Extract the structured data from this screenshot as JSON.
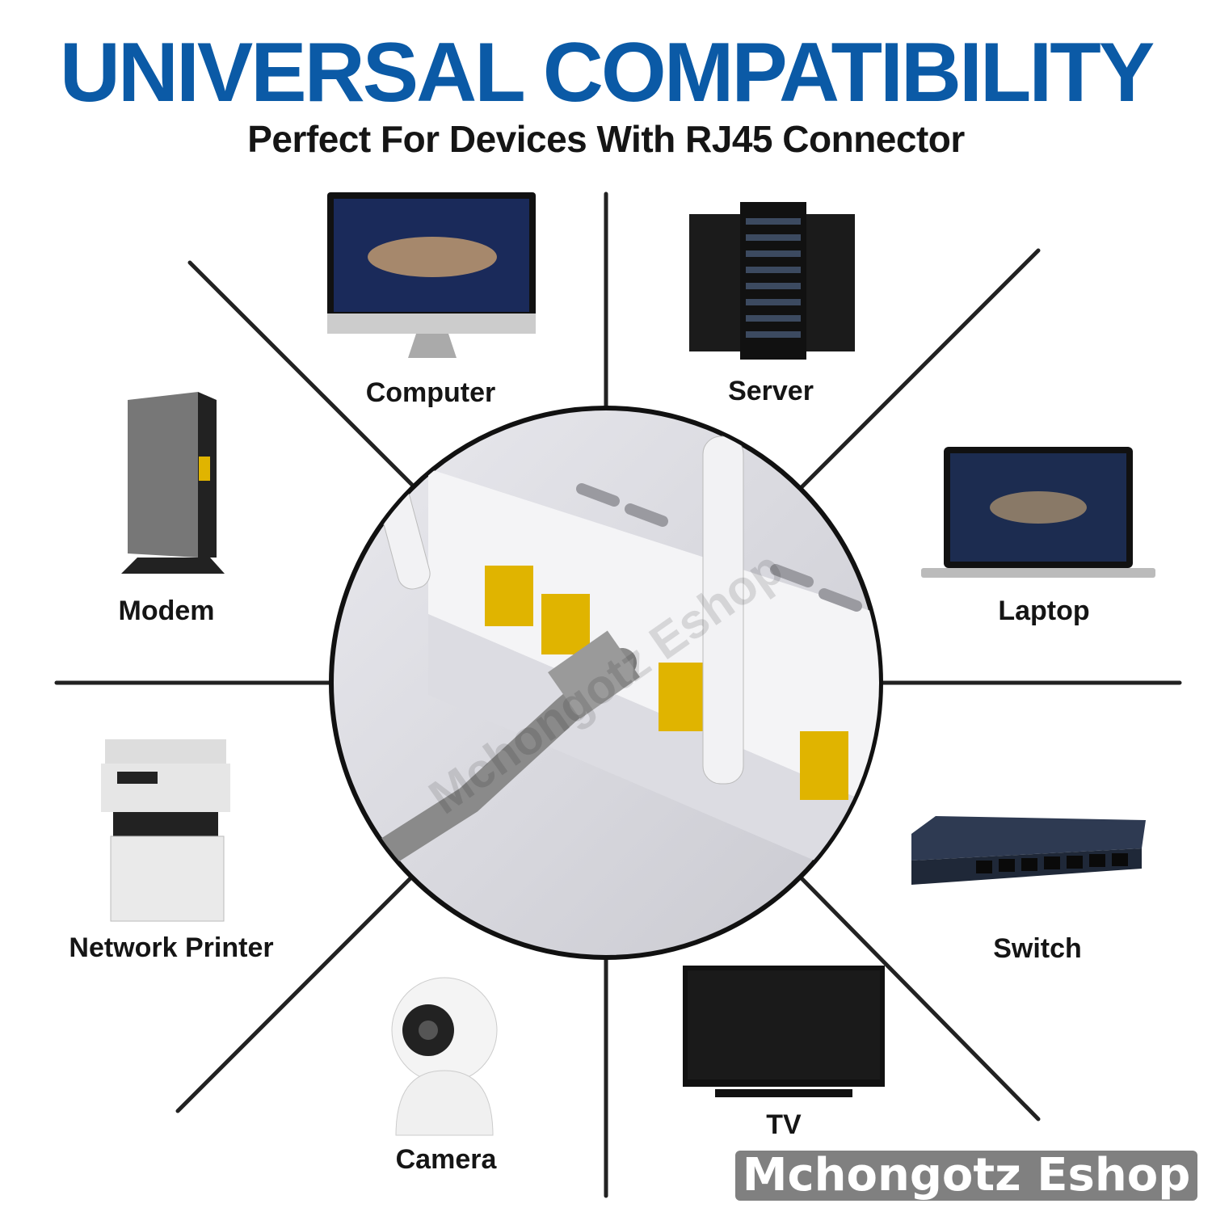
{
  "header": {
    "title": "UNIVERSAL COMPATIBILITY",
    "subtitle": "Perfect For Devices With RJ45 Connector"
  },
  "devices": [
    {
      "label": "Computer",
      "icon": "desktop-monitor-icon"
    },
    {
      "label": "Server",
      "icon": "server-rack-icon"
    },
    {
      "label": "Modem",
      "icon": "modem-icon"
    },
    {
      "label": "Laptop",
      "icon": "laptop-icon"
    },
    {
      "label": "Network Printer",
      "icon": "printer-icon"
    },
    {
      "label": "Switch",
      "icon": "network-switch-icon"
    },
    {
      "label": "Camera",
      "icon": "security-camera-icon"
    },
    {
      "label": "TV",
      "icon": "tv-icon"
    }
  ],
  "center_image": "router-with-ethernet-cable",
  "watermark": "Mchongotz Eshop",
  "colors": {
    "title": "#0b5aa6",
    "text": "#151515",
    "badge": "#808080"
  }
}
